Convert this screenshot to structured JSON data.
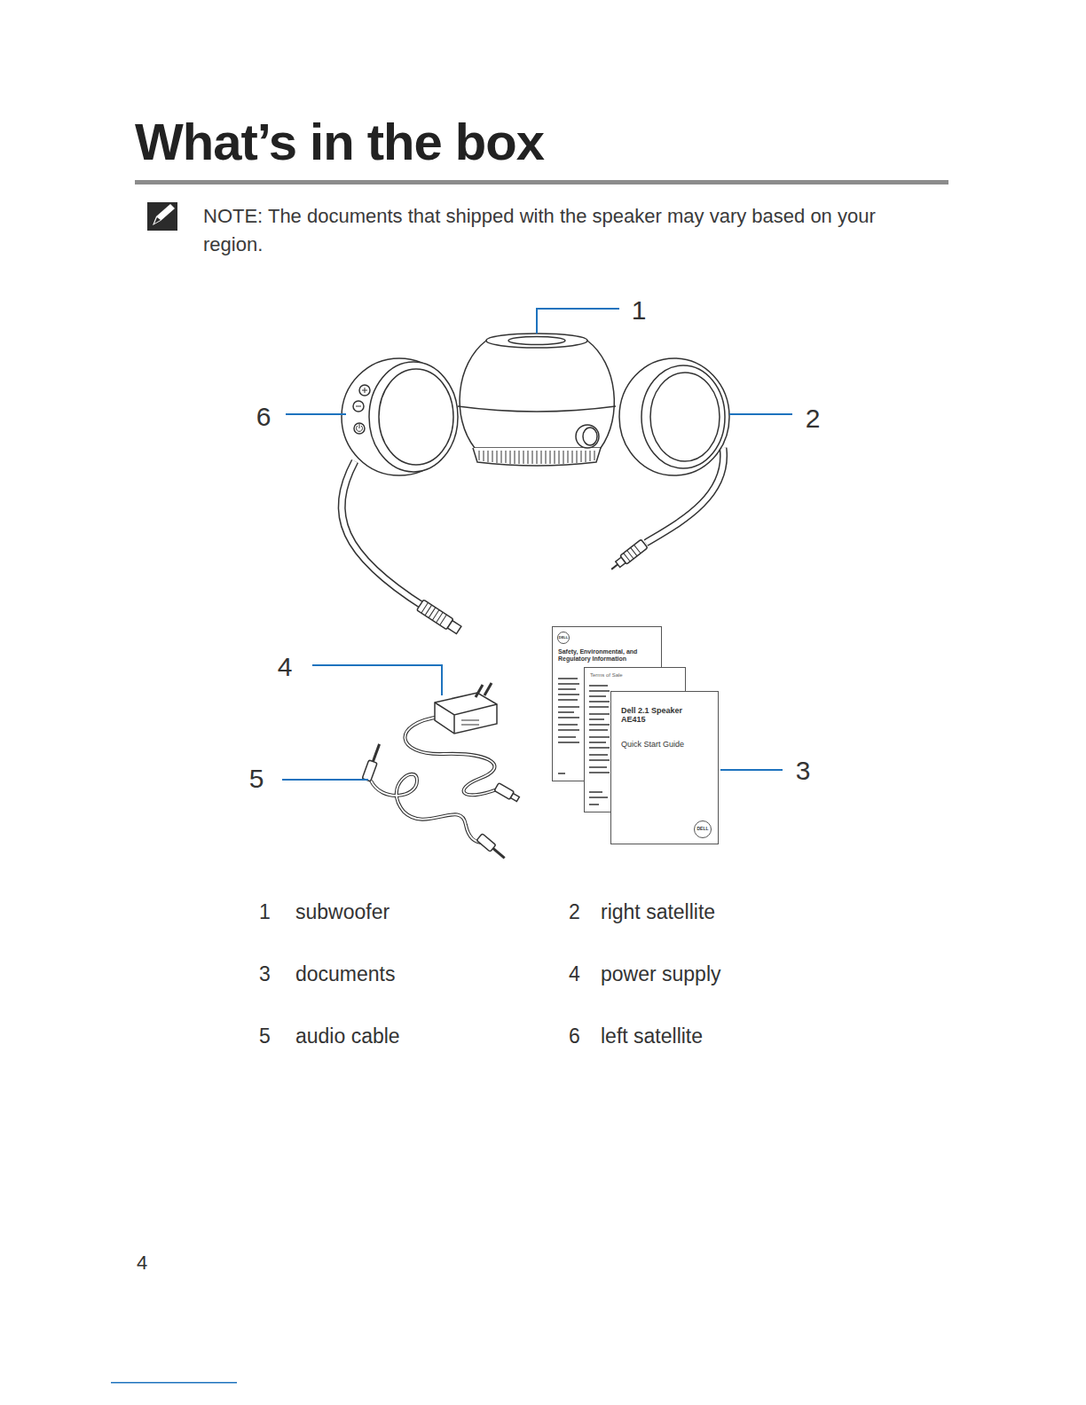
{
  "diagram": {
    "title": "What’s in the box",
    "nodes": [
      {
        "text": [
          "DELL",
          "Safety, Environmental, and Regulatory Information"
        ]
      },
      {
        "text": [
          "Terms of Sale"
        ]
      },
      {
        "text": [
          "Dell 2.1 Speaker AE415",
          "Quick Start Guide",
          "DELL"
        ]
      }
    ],
    "labels": [
      "NOTE: The documents that shipped with the speaker may vary based on your region.",
      "1",
      "6",
      "2",
      "4",
      "5",
      "3",
      "1",
      "subwoofer",
      "2",
      "right satellite",
      "3",
      "documents",
      "4",
      "power supply",
      "5",
      "audio cable",
      "6",
      "left satellite",
      "4"
    ]
  }
}
